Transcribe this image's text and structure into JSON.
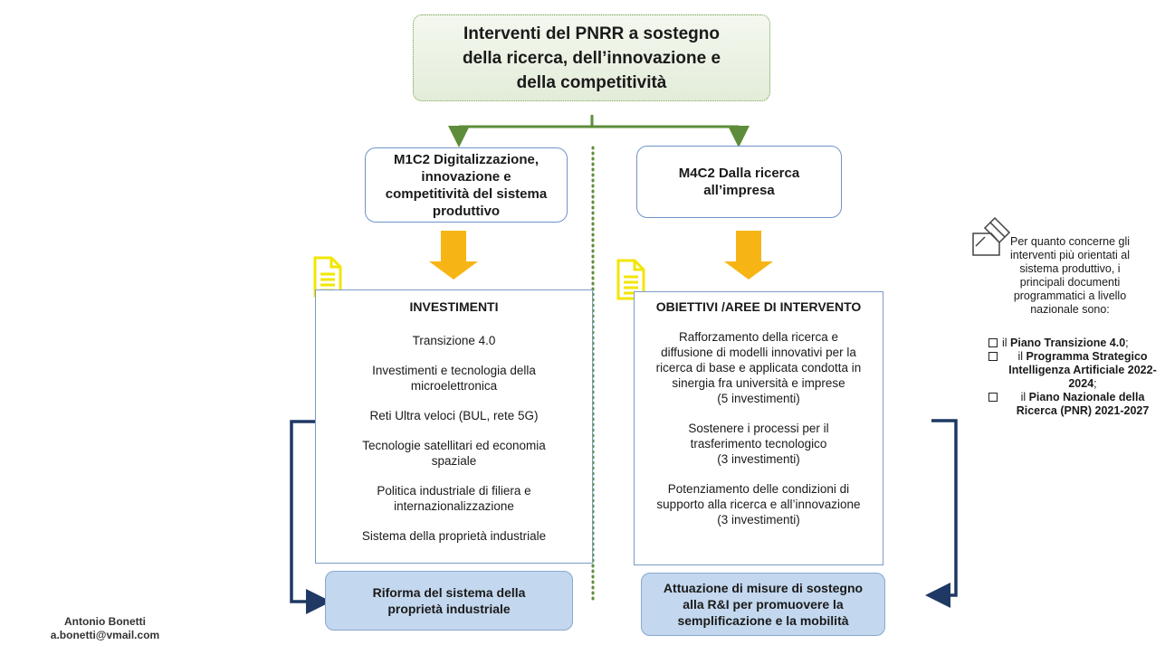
{
  "title": [
    "Interventi del PNRR a sostegno",
    "della ricerca, dell’innovazione e",
    "della competitività"
  ],
  "left": {
    "header": [
      "M1C2 Digitalizzazione,",
      "innovazione e",
      "competitività del sistema",
      "produttivo"
    ],
    "heading": "INVESTIMENTI",
    "items": [
      [
        "Transizione 4.0"
      ],
      [
        "Investimenti e tecnologia della",
        "microelettronica"
      ],
      [
        "Reti Ultra veloci (BUL, rete 5G)"
      ],
      [
        "Tecnologie satellitari ed economia",
        "spaziale"
      ],
      [
        "Politica industriale di filiera e",
        "internazionalizzazione"
      ],
      [
        "Sistema della proprietà industriale"
      ]
    ],
    "reform": [
      "Riforma del sistema della",
      "proprietà industriale"
    ]
  },
  "right": {
    "header": [
      "M4C2 Dalla ricerca",
      "all’impresa"
    ],
    "heading": "OBIETTIVI /AREE DI INTERVENTO",
    "items": [
      [
        "Rafforzamento della ricerca e",
        "diffusione di modelli innovativi per la",
        "ricerca di base e applicata condotta in",
        "sinergia fra università e imprese",
        "(5 investimenti)"
      ],
      [
        "Sostenere i processi per il",
        "trasferimento tecnologico",
        "(3 investimenti)"
      ],
      [
        "Potenziamento delle condizioni di",
        "supporto alla ricerca e all’innovazione",
        "(3 investimenti)"
      ]
    ],
    "reform": [
      "Attuazione di misure di sostegno",
      "alla R&I per promuovere la",
      "semplificazione e la mobilità"
    ]
  },
  "note": {
    "intro": [
      "Per quanto concerne gli",
      "interventi più orientati al",
      "sistema produttivo, i",
      "principali documenti",
      "programmatici a livello",
      "nazionale sono:"
    ],
    "list": [
      {
        "prefix": "il ",
        "bold": "Piano Transizione 4.0",
        "suffix": ";"
      },
      {
        "prefix": "il ",
        "bold": "Programma Strategico Intelligenza Artificiale 2022-2024",
        "suffix": ";"
      },
      {
        "prefix": "il ",
        "bold": "Piano Nazionale della Ricerca (PNR) 2021-2027",
        "suffix": ""
      }
    ]
  },
  "author": {
    "name": "Antonio Bonetti",
    "email": "a.bonetti@vmail.com"
  },
  "colors": {
    "green": "#5d8d3a",
    "arrow": "#f7b515",
    "navy": "#1f3864",
    "doc_icon": "#f2e600"
  }
}
